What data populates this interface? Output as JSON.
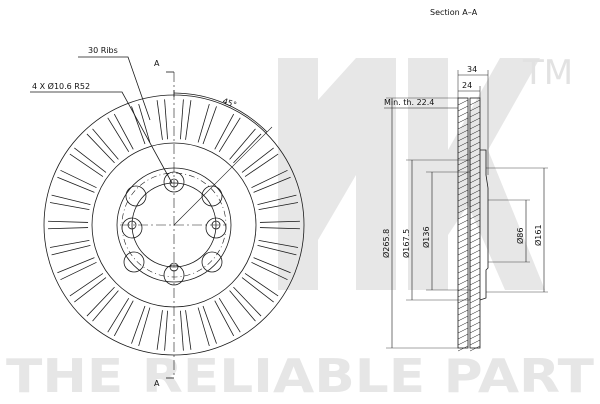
{
  "watermark": {
    "brand_logo": "NK",
    "tagline": "THE RELIABLE PART",
    "trademark": "TM"
  },
  "front_view": {
    "ribs_label": "30 Ribs",
    "holes_label": "4 X Ø10.6 R52",
    "angle_label": "45°",
    "section_marker": "A"
  },
  "section_view": {
    "title": "Section A–A",
    "min_thickness_label": "Min. th. 22.4",
    "width_total": "34",
    "width_inner": "24",
    "diameters": [
      "Ø265.8",
      "Ø167.5",
      "Ø136",
      "Ø86",
      "Ø161"
    ]
  },
  "colors": {
    "line": "#1a1a1a",
    "watermark": "#e6e6e6"
  }
}
